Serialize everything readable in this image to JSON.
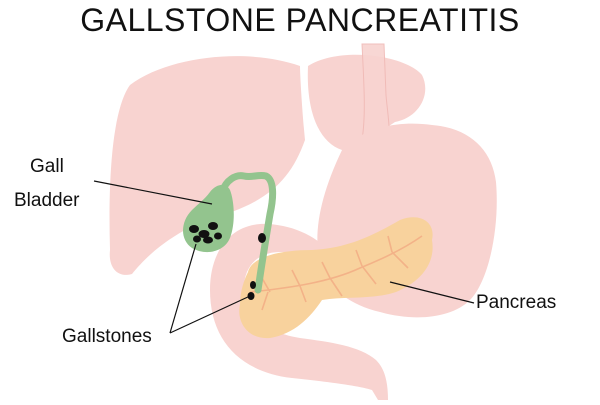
{
  "title": "GALLSTONE PANCREATITIS",
  "labels": {
    "gall_bladder_line1": "Gall",
    "gall_bladder_line2": "Bladder",
    "gallstones": "Gallstones",
    "pancreas": "Pancreas"
  },
  "colors": {
    "liver": "#f8d3d0",
    "stomach": "#f8d3d0",
    "duodenum": "#f8d3d0",
    "gallbladder": "#93c48e",
    "bile_duct": "#93c48e",
    "pancreas": "#f8d29d",
    "pancreatic_duct": "#f3b288",
    "stones": "#111111",
    "leader_lines": "#111111",
    "text": "#111111"
  }
}
